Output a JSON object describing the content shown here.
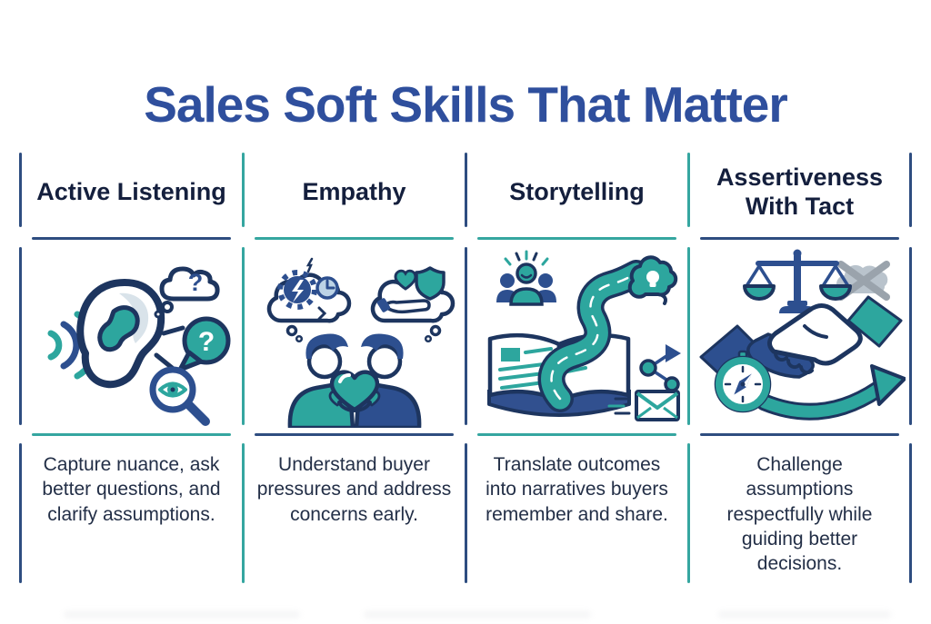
{
  "page": {
    "title": "Sales Soft Skills That Matter",
    "background": "#ffffff"
  },
  "colors": {
    "title_blue": "#2f4f9d",
    "header_text_navy": "#141f3d",
    "body_text": "#232f47",
    "navy_line": "#2e4d80",
    "teal_line": "#35a6a0",
    "icon_navy_outline": "#1d355f",
    "icon_navy_fill": "#2d4f8f",
    "icon_teal": "#2da69e",
    "icon_light_blue": "#bcd3e6",
    "icon_gray": "#b9c3cc"
  },
  "dividers": [
    {
      "name": "left-edge",
      "color": "#2e4d80"
    },
    {
      "name": "col1-col2",
      "color": "#35a6a0"
    },
    {
      "name": "col2-col3",
      "color": "#2e4d80"
    },
    {
      "name": "col3-col4",
      "color": "#35a6a0"
    },
    {
      "name": "right-edge",
      "color": "#2e4d80"
    }
  ],
  "columns": [
    {
      "header": "Active Listening",
      "description": "Capture nuance, ask better questions, and clarify assumptions.",
      "icon": "active-listening-icon",
      "header_underline": "#2e4d80",
      "icon_underline": "#35a6a0"
    },
    {
      "header": "Empathy",
      "description": "Understand buyer pressures and address concerns early.",
      "icon": "empathy-icon",
      "header_underline": "#35a6a0",
      "icon_underline": "#2e4d80"
    },
    {
      "header": "Storytelling",
      "description": "Translate outcomes into narratives buyers remember and share.",
      "icon": "storytelling-icon",
      "header_underline": "#35a6a0",
      "icon_underline": "#35a6a0"
    },
    {
      "header": "Assertiveness With Tact",
      "description": "Challenge assumptions respectfully while guiding better decisions.",
      "icon": "assertiveness-with-tact-icon",
      "header_underline": "#2e4d80",
      "icon_underline": "#2e4d80"
    }
  ]
}
